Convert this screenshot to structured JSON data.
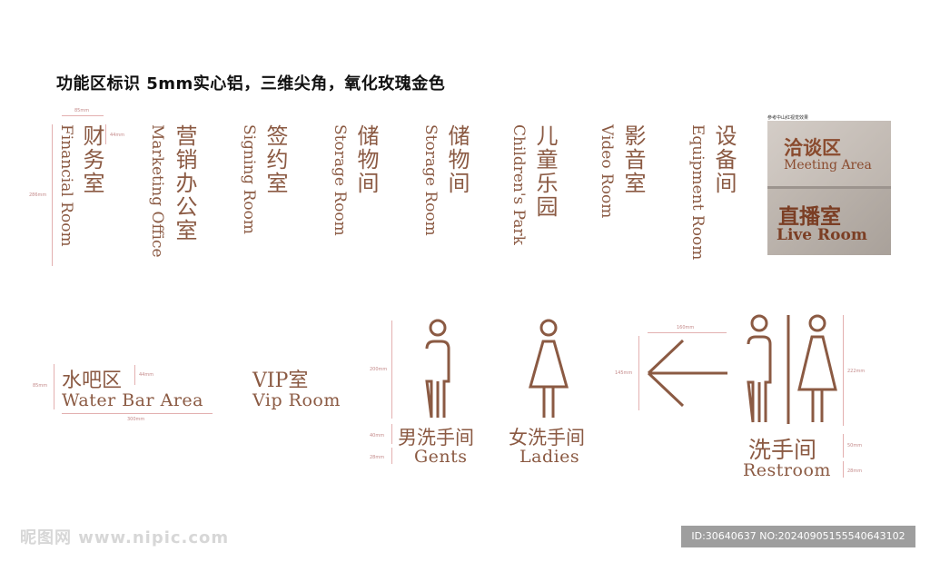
{
  "title": "功能区标识 5mm实心铝，三维尖角，氧化玫瑰金色",
  "colors": {
    "rose_gold": "#8b5a43",
    "dimension": "#e3b0b0",
    "watermark_bg": "#9e9e9e"
  },
  "vertical_signs": [
    {
      "cn": "财务室",
      "en": "Financial Room"
    },
    {
      "cn": "营销办公室",
      "en": "Marketing Office"
    },
    {
      "cn": "签约室",
      "en": "Signing Room"
    },
    {
      "cn": "储物间",
      "en": "Storage Room"
    },
    {
      "cn": "储物间",
      "en": "Storage Room"
    },
    {
      "cn": "儿童乐园",
      "en": "Children's Park"
    },
    {
      "cn": "影音室",
      "en": "Video Room"
    },
    {
      "cn": "设备间",
      "en": "Equipment Room"
    }
  ],
  "dimensions": {
    "d85": "85mm",
    "d44": "44mm",
    "d286": "286mm",
    "d300": "300mm",
    "d200": "200mm",
    "d40": "40mm",
    "d28": "28mm",
    "d160": "160mm",
    "d145": "145mm",
    "d222": "222mm",
    "d50": "50mm"
  },
  "reference_photo": {
    "caption": "参考中山红视觉效果",
    "top_cn": "洽谈区",
    "top_en": "Meeting Area",
    "bottom_cn": "直播室",
    "bottom_en": "Live Room"
  },
  "horizontal_signs": {
    "water_bar": {
      "cn": "水吧区",
      "en": "Water Bar Area"
    },
    "vip": {
      "cn": "VIP室",
      "en": "Vip Room"
    },
    "gents": {
      "cn": "男洗手间",
      "en": "Gents"
    },
    "ladies": {
      "cn": "女洗手间",
      "en": "Ladies"
    },
    "restroom": {
      "cn": "洗手间",
      "en": "Restroom"
    }
  },
  "icons": [
    "male-icon",
    "female-icon",
    "arrow-left-icon",
    "restroom-icon"
  ],
  "watermark": {
    "site": "昵图网 www.nipic.com",
    "id_text": "ID:30640637 NO:20240905155540643102"
  }
}
